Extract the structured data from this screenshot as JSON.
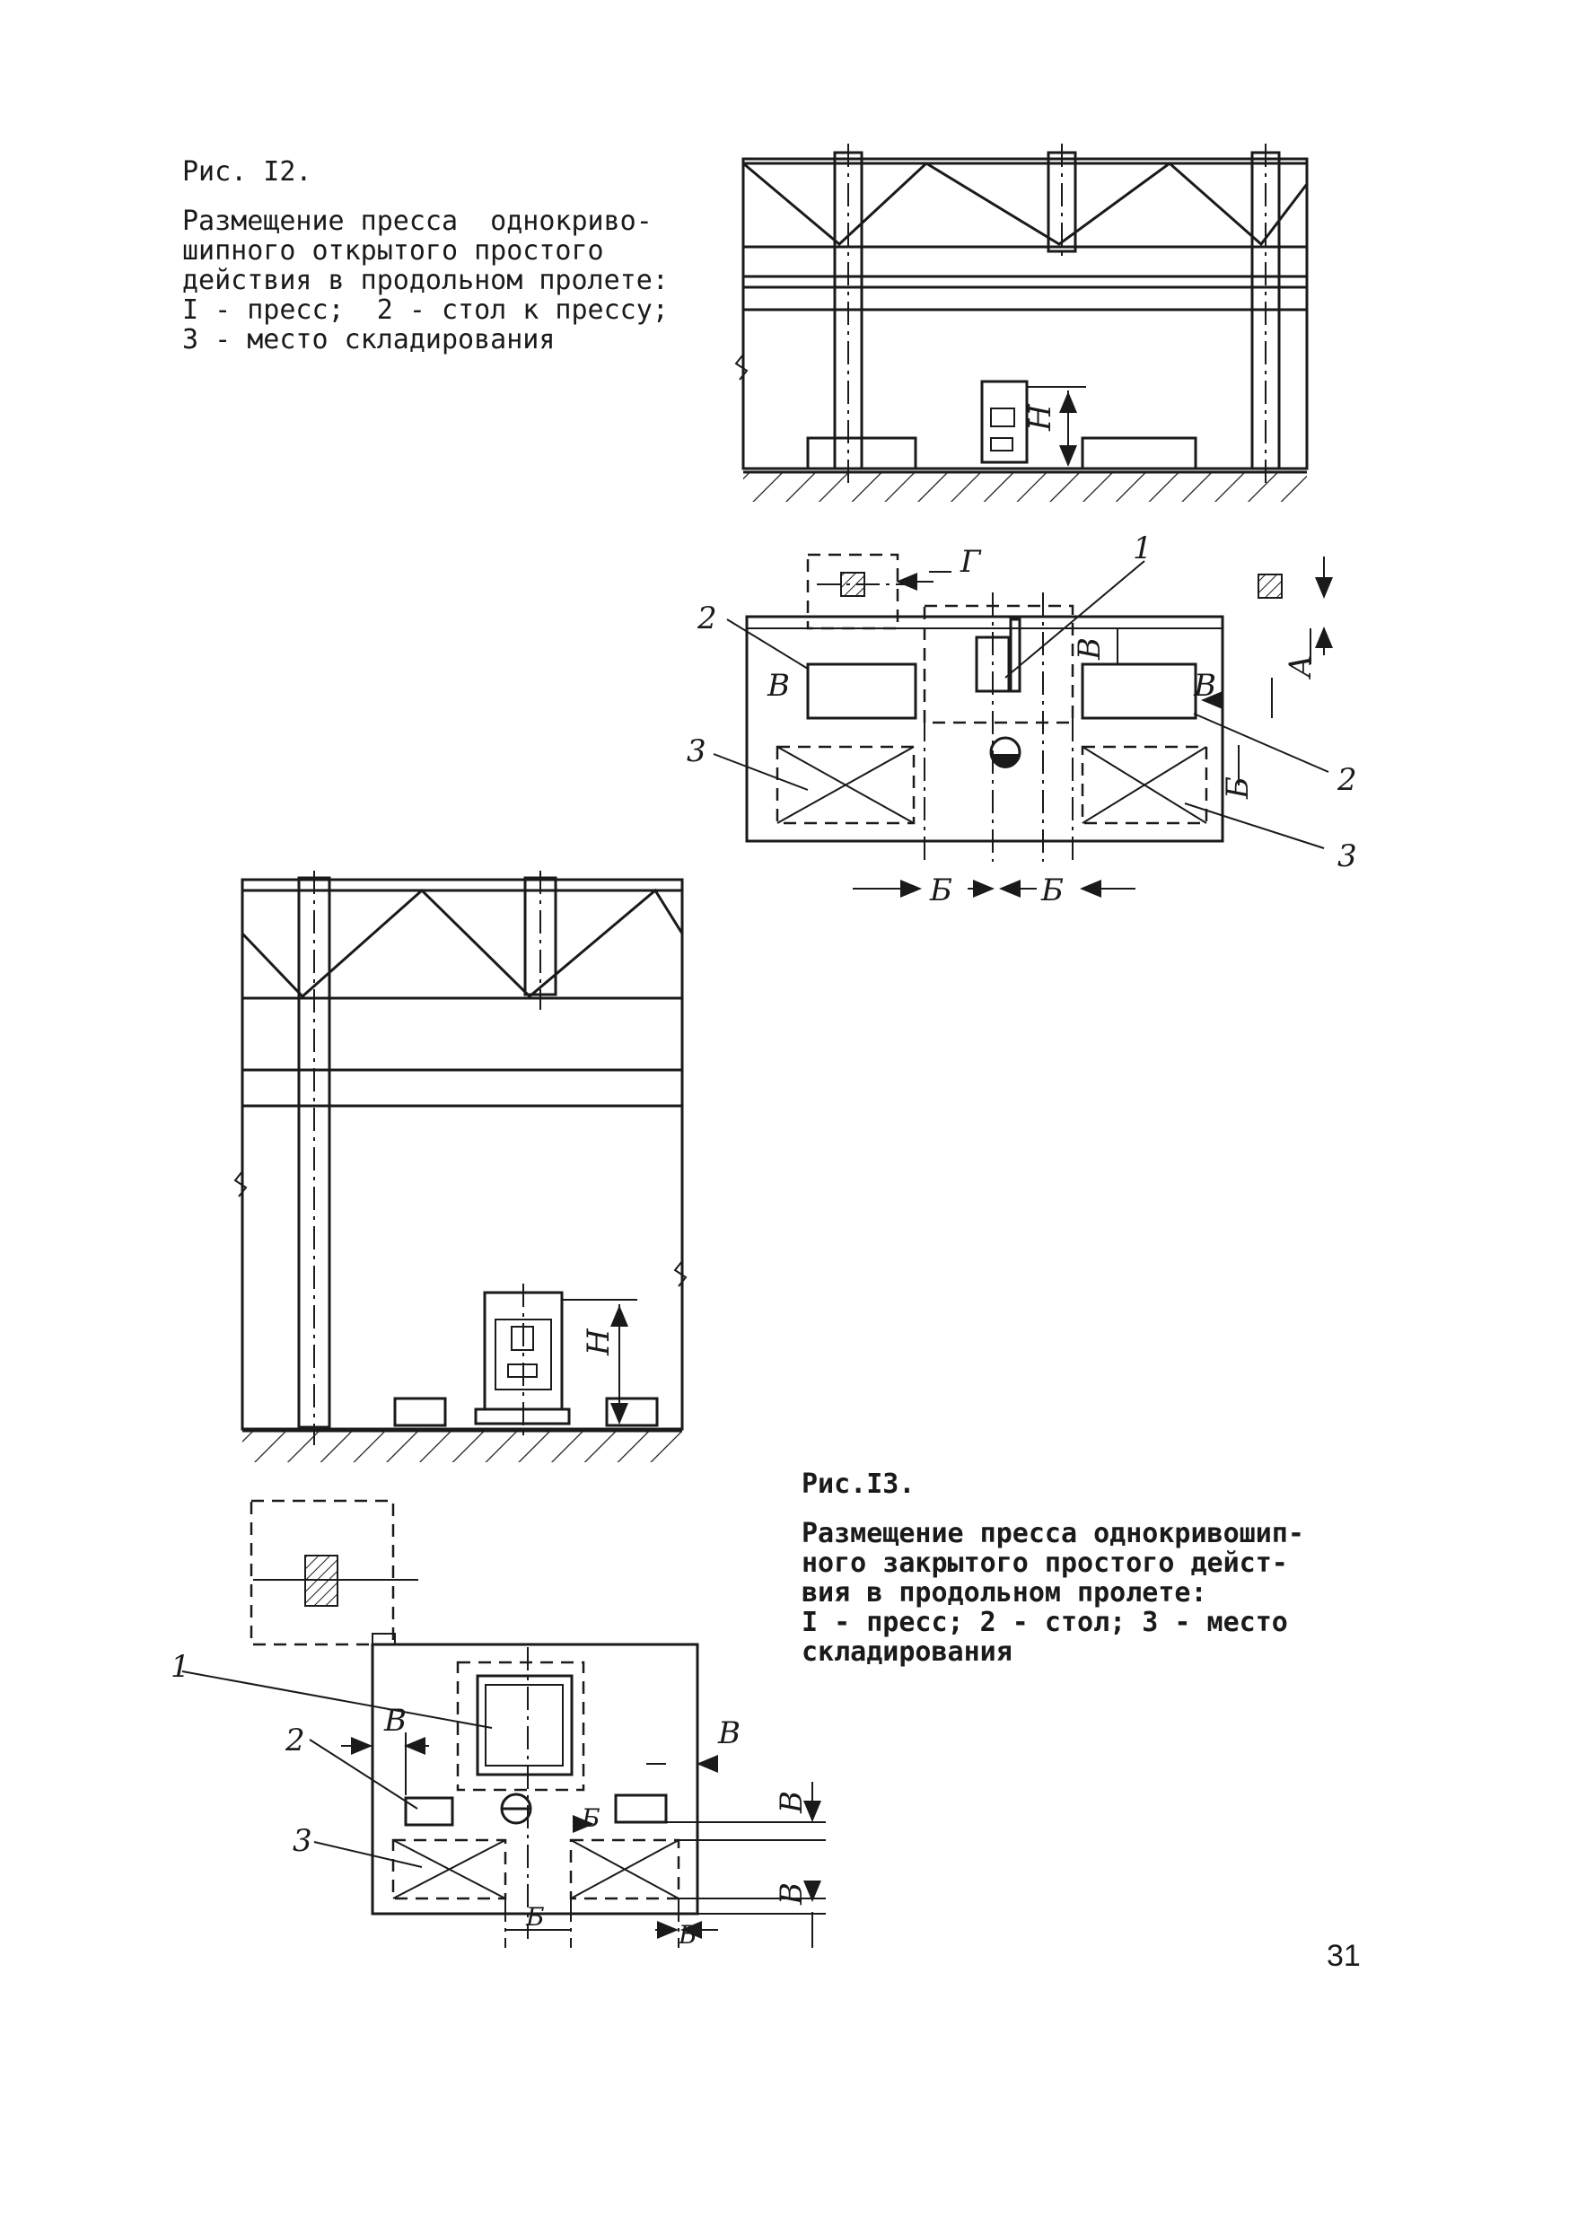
{
  "fig12": {
    "title": "Рис. I2.",
    "caption_lines": [
      "Размещение пресса  однокриво-",
      "шипного открытого простого",
      "действия в продольном пролете:",
      "I - пресс;  2 - стол к прессу;",
      "3 - место складирования"
    ],
    "labels": {
      "H": "H",
      "G": "Г",
      "one": "1",
      "two_left": "2",
      "two_right": "2",
      "three_left": "3",
      "three_right": "3",
      "V_left": "В",
      "V_top": "В",
      "V_right": "В",
      "A": "А",
      "B_right": "Б",
      "B_bottom_left": "Б",
      "B_bottom_right": "Б"
    }
  },
  "fig13": {
    "title": "Рис.I3.",
    "caption_lines": [
      "Размещение пресса однокривошип-",
      "ного закрытого простого дейст-",
      "вия в продольном пролете:",
      "I - пресс; 2 - стол; 3 - место",
      "складирования"
    ],
    "labels": {
      "H": "H",
      "one": "1",
      "two": "2",
      "three": "3",
      "V_left": "В",
      "V_right": "В",
      "V_side1": "В",
      "V_side2": "В",
      "V_bottom": "В",
      "B_mid": "Б",
      "B_bottom": "Б"
    }
  },
  "page_number": "31"
}
